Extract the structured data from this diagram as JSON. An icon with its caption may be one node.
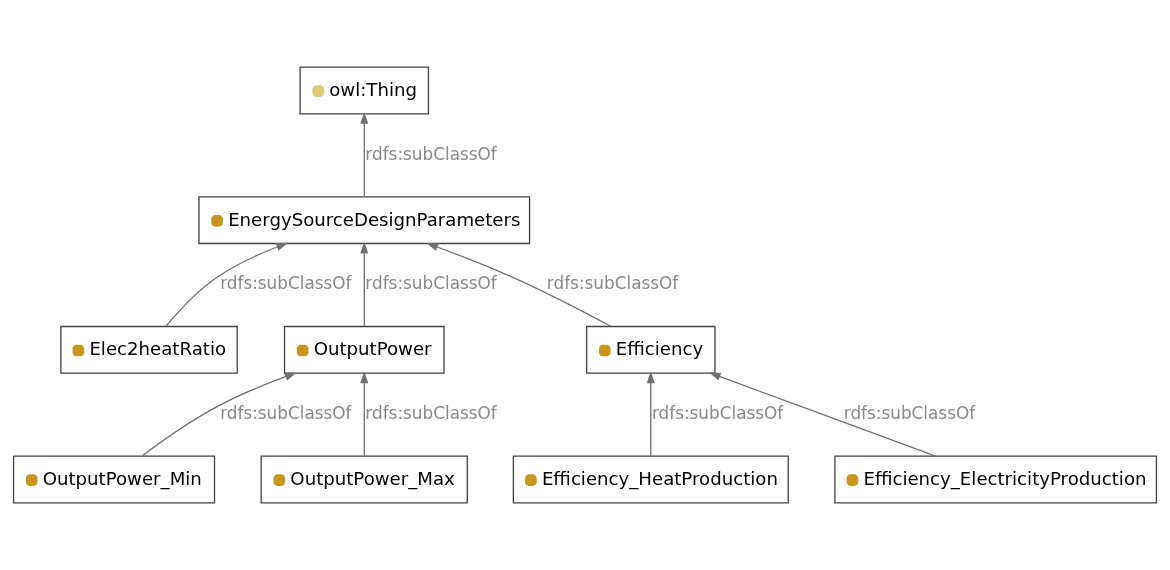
{
  "diagram": {
    "nodes": [
      {
        "text": [
          "owl:Thing"
        ]
      },
      {
        "text": [
          "EnergySourceDesignParameters"
        ]
      },
      {
        "text": [
          "Elec2heatRatio"
        ]
      },
      {
        "text": [
          "OutputPower"
        ]
      },
      {
        "text": [
          "Efficiency"
        ]
      },
      {
        "text": [
          "Efficiency_HeatProduction"
        ]
      },
      {
        "text": [
          "OutputPower_Min"
        ]
      },
      {
        "text": [
          "OutputPower_Max"
        ]
      },
      {
        "text": [
          "Efficiency_ElectricityProduction"
        ]
      }
    ],
    "edges": [
      {
        "from": 1,
        "to": 0,
        "arrow": "to",
        "label": "rdfs:subClassOf"
      },
      {
        "from": 2,
        "to": 1,
        "arrow": "to",
        "label": "rdfs:subClassOf"
      },
      {
        "from": 3,
        "to": 1,
        "arrow": "to",
        "label": "rdfs:subClassOf"
      },
      {
        "from": 4,
        "to": 1,
        "arrow": "to",
        "label": "rdfs:subClassOf"
      },
      {
        "from": 6,
        "to": 3,
        "arrow": "to",
        "label": "rdfs:subClassOf"
      },
      {
        "from": 7,
        "to": 3,
        "arrow": "to",
        "label": "rdfs:subClassOf"
      },
      {
        "from": 5,
        "to": 4,
        "arrow": "to",
        "label": "rdfs:subClassOf"
      },
      {
        "from": 8,
        "to": 4,
        "arrow": "to",
        "label": "rdfs:subClassOf"
      }
    ]
  }
}
